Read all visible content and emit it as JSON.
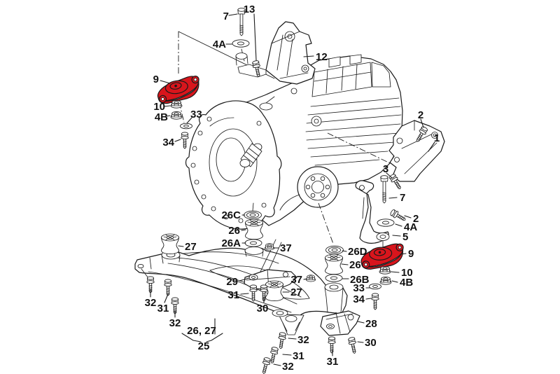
{
  "diagram_title": "transmission-mounting-exploded-diagram",
  "colors": {
    "highlight": "#d8151c",
    "line": "#1a1a1a",
    "background": "#ffffff"
  },
  "highlighted_parts": [
    "9"
  ],
  "callouts": [
    {
      "id": "c13",
      "label": "13"
    },
    {
      "id": "c7-top",
      "label": "7"
    },
    {
      "id": "c4a-top",
      "label": "4A"
    },
    {
      "id": "c12",
      "label": "12"
    },
    {
      "id": "c9-left",
      "label": "9"
    },
    {
      "id": "c10-left",
      "label": "10"
    },
    {
      "id": "c4b-left",
      "label": "4B"
    },
    {
      "id": "c33-left",
      "label": "33"
    },
    {
      "id": "c34-left",
      "label": "34"
    },
    {
      "id": "c2-upper",
      "label": "2"
    },
    {
      "id": "c1",
      "label": "1"
    },
    {
      "id": "c3",
      "label": "3"
    },
    {
      "id": "c7-right",
      "label": "7"
    },
    {
      "id": "c2-lower",
      "label": "2"
    },
    {
      "id": "c4a-right",
      "label": "4A"
    },
    {
      "id": "c5",
      "label": "5"
    },
    {
      "id": "c9-right",
      "label": "9"
    },
    {
      "id": "c10-right",
      "label": "10"
    },
    {
      "id": "c4b-right",
      "label": "4B"
    },
    {
      "id": "c33-right",
      "label": "33"
    },
    {
      "id": "c34-right",
      "label": "34"
    },
    {
      "id": "c26c",
      "label": "26C"
    },
    {
      "id": "c26-center",
      "label": "26"
    },
    {
      "id": "c26a",
      "label": "26A"
    },
    {
      "id": "c37-center",
      "label": "37"
    },
    {
      "id": "c29",
      "label": "29"
    },
    {
      "id": "c31-center",
      "label": "31"
    },
    {
      "id": "c30-center",
      "label": "30"
    },
    {
      "id": "c27-center",
      "label": "27"
    },
    {
      "id": "c37-right",
      "label": "37"
    },
    {
      "id": "c26d",
      "label": "26D"
    },
    {
      "id": "c26-right",
      "label": "26"
    },
    {
      "id": "c26b",
      "label": "26B"
    },
    {
      "id": "c27-left",
      "label": "27"
    },
    {
      "id": "c32-left1",
      "label": "32"
    },
    {
      "id": "c31-left",
      "label": "31"
    },
    {
      "id": "c32-left2",
      "label": "32"
    },
    {
      "id": "c26-27-group",
      "label": "26, 27"
    },
    {
      "id": "c25",
      "label": "25"
    },
    {
      "id": "c32-bottom1",
      "label": "32"
    },
    {
      "id": "c31-bottom",
      "label": "31"
    },
    {
      "id": "c32-bottom2",
      "label": "32"
    },
    {
      "id": "c28",
      "label": "28"
    },
    {
      "id": "c30-right",
      "label": "30"
    },
    {
      "id": "c31-right",
      "label": "31"
    }
  ]
}
